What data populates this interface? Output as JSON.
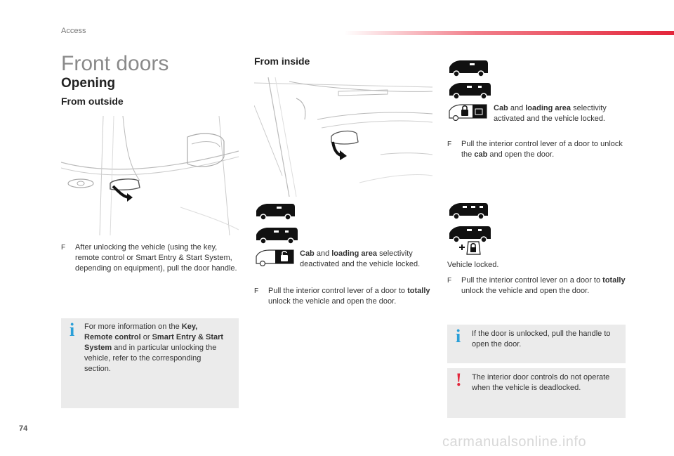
{
  "header": {
    "section": "Access",
    "page_number": "74"
  },
  "watermark": "carmanualsonline.info",
  "title": "Front doors",
  "opening": {
    "heading": "Opening",
    "outside": {
      "heading": "From outside",
      "bullet": "F",
      "instruction": "After unlocking the vehicle (using the key, remote control or Smart Entry & Start System, depending on equipment), pull the door handle."
    },
    "info_note": {
      "icon": "i",
      "t1": "For more information on the ",
      "b1": "Key, Remote control",
      "t2": " or ",
      "b2": "Smart Entry & Start System",
      "t3": " and in particular unlocking the vehicle, refer to the corresponding section."
    }
  },
  "inside": {
    "heading": "From inside",
    "deactivated": {
      "b1": "Cab",
      "t1": " and ",
      "b2": "loading area",
      "t2": " selectivity deactivated and the vehicle locked.",
      "bullet": "F",
      "i1": "Pull the interior control lever of a door to ",
      "ib": "totally",
      "i2": " unlock the vehicle and open the door."
    }
  },
  "right": {
    "activated": {
      "b1": "Cab",
      "t1": " and ",
      "b2": "loading area",
      "t2": " selectivity activated and the vehicle locked.",
      "bullet": "F",
      "i1": "Pull the interior control lever of a door to unlock the ",
      "ib": "cab",
      "i2": " and open the door."
    },
    "locked": {
      "label": "Vehicle locked.",
      "bullet": "F",
      "i1": "Pull the interior control lever on a door to ",
      "ib": "totally",
      "i2": " unlock the vehicle and open the door."
    },
    "info_note": {
      "icon": "i",
      "text": "If the door is unlocked, pull the handle to open the door."
    },
    "warning_note": {
      "icon": "!",
      "text": "The interior door controls do not operate when the vehicle is deadlocked."
    }
  },
  "colors": {
    "accent_red": "#e3253a",
    "info_blue": "#2a9fd8",
    "warning_red": "#e3253a",
    "note_bg": "#ebebeb"
  }
}
